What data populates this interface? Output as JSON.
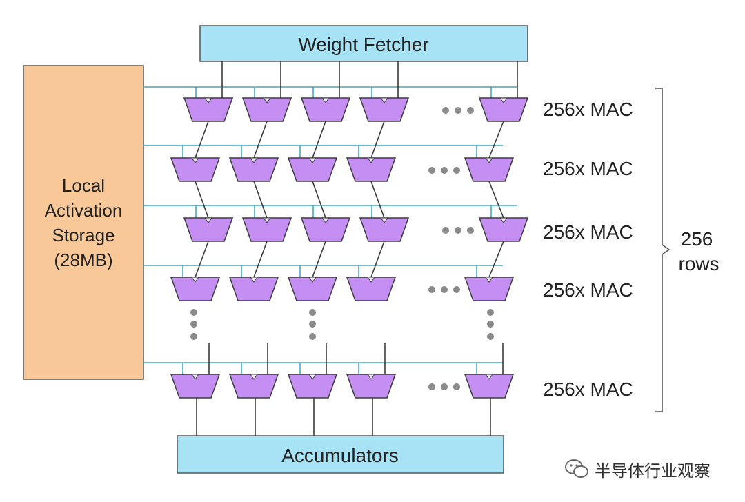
{
  "weight_fetcher": {
    "label": "Weight Fetcher",
    "color": "#a8e3f5"
  },
  "accumulators": {
    "label": "Accumulators",
    "color": "#a8e3f5"
  },
  "local_storage": {
    "lines": [
      "Local",
      "Activation",
      "Storage",
      "(28MB)"
    ],
    "color": "#f9c899"
  },
  "rows": [
    {
      "label": "256x MAC"
    },
    {
      "label": "256x MAC"
    },
    {
      "label": "256x MAC"
    },
    {
      "label": "256x MAC"
    },
    {
      "label": "256x MAC"
    }
  ],
  "brace_label": {
    "line1": "256",
    "line2": "rows"
  },
  "colors": {
    "mac": "#c48ef2",
    "bus": "#3fa9c9",
    "border": "#3c3c3c"
  },
  "watermark": {
    "text": "半导体行业观察",
    "icon": "wechat-icon"
  }
}
